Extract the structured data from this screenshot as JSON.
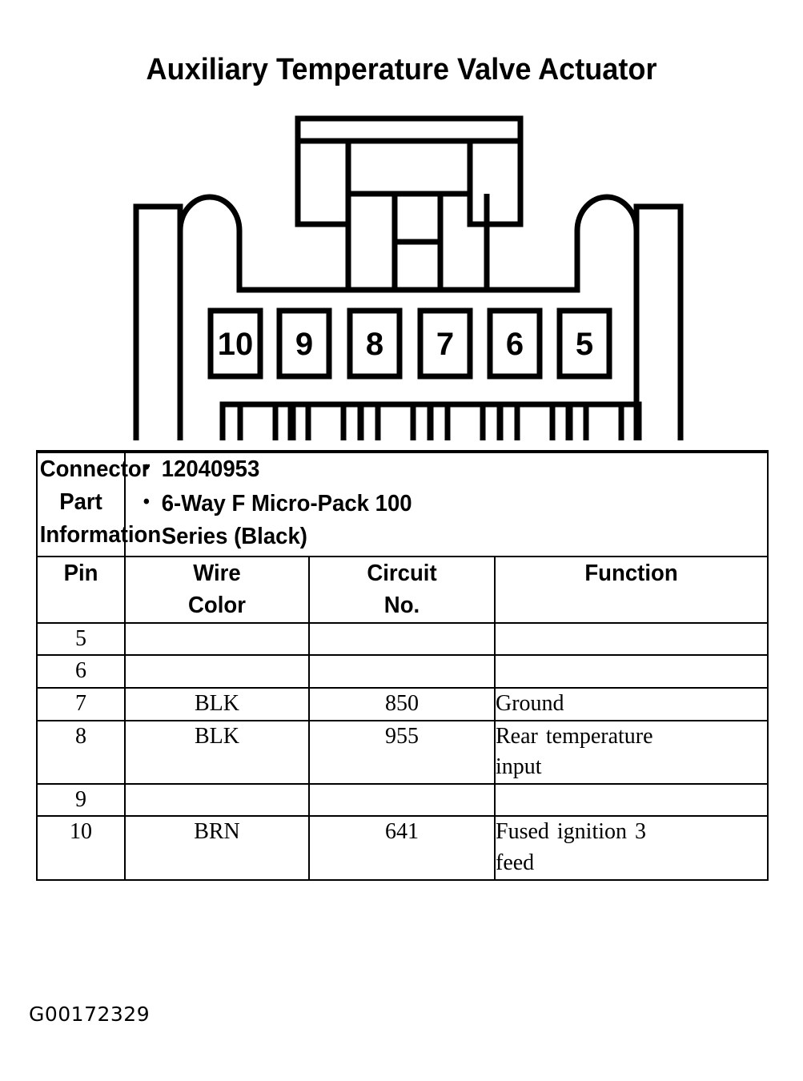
{
  "title": "Auxiliary Temperature Valve Actuator",
  "figure_code": "G00172329",
  "connector": {
    "name": "micro-pack-100-connector-face",
    "pin_labels": [
      "10",
      "9",
      "8",
      "7",
      "6",
      "5"
    ],
    "terminal_slot_count": 6,
    "bottom_tab_count": 6,
    "line_color": "#000000",
    "fill_color": "#ffffff"
  },
  "table": {
    "part_info": {
      "label": "Connector Part Information",
      "label_line1": "Connector Part",
      "label_line2": "Information",
      "values": [
        "12040953",
        "6-Way F Micro-Pack 100 Series (Black)"
      ],
      "value_line_1": "12040953",
      "value_line_2a": "6-Way F Micro-Pack 100",
      "value_line_2b": "Series (Black)",
      "bullet": "•"
    },
    "headers": {
      "pin": "Pin",
      "wire_color_line1": "Wire",
      "wire_color_line2": "Color",
      "circuit_no_line1": "Circuit",
      "circuit_no_line2": "No.",
      "function": "Function"
    },
    "rows": [
      {
        "pin": "5",
        "wire_color": "",
        "circuit_no": "",
        "function_line1": "",
        "function_line2": ""
      },
      {
        "pin": "6",
        "wire_color": "",
        "circuit_no": "",
        "function_line1": "",
        "function_line2": ""
      },
      {
        "pin": "7",
        "wire_color": "BLK",
        "circuit_no": "850",
        "function_line1": "Ground",
        "function_line2": ""
      },
      {
        "pin": "8",
        "wire_color": "BLK",
        "circuit_no": "955",
        "function_line1": "Rear  temperature",
        "function_line2": "input"
      },
      {
        "pin": "9",
        "wire_color": "",
        "circuit_no": "",
        "function_line1": "",
        "function_line2": ""
      },
      {
        "pin": "10",
        "wire_color": "BRN",
        "circuit_no": "641",
        "function_line1": "Fused  ignition  3",
        "function_line2": "feed"
      }
    ]
  }
}
